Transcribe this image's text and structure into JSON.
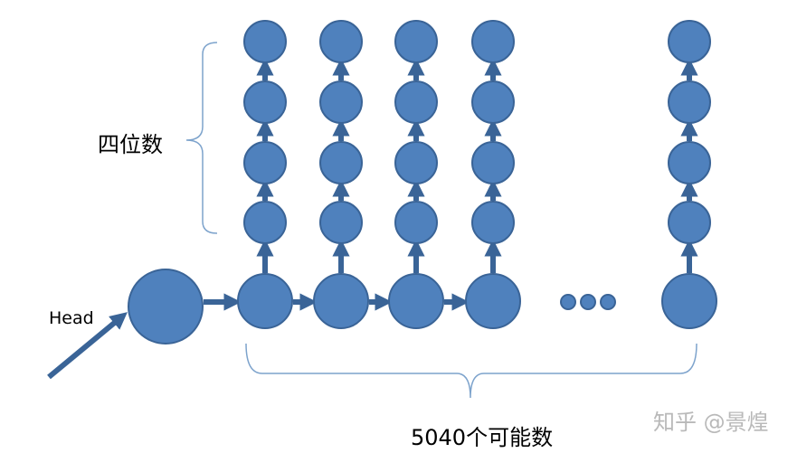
{
  "labels": {
    "head": "Head",
    "digits": "四位数",
    "count": "5040个可能数",
    "ellipsis": "•••",
    "watermark": "知乎 @景煌"
  },
  "colors": {
    "node_fill": "#4f81bd",
    "node_stroke": "#3a6497",
    "brace": "#7da3cc",
    "watermark": "#b9b9b9"
  },
  "structure": {
    "head_nodes": 1,
    "visible_columns": 5,
    "nodes_per_column": 4,
    "columns_elided": true
  }
}
